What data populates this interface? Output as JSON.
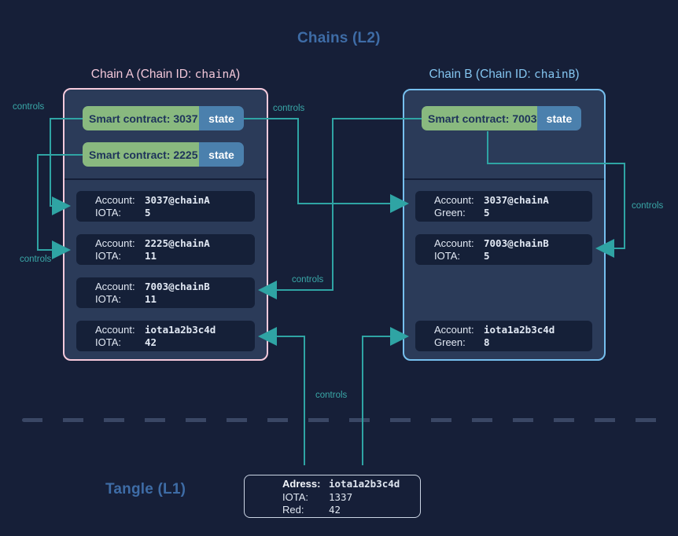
{
  "page": {
    "l2_title": "Chains (L2)",
    "l1_title": "Tangle (L1)",
    "controls": "controls"
  },
  "chain_a": {
    "title_prefix": "Chain A (Chain ID: ",
    "chain_id": "chainA",
    "title_suffix": ")",
    "contracts": [
      {
        "label": "Smart contract: 3037",
        "state": "state"
      },
      {
        "label": "Smart contract: 2225",
        "state": "state"
      }
    ],
    "accounts": [
      {
        "account_label": "Account:",
        "account": "3037@chainA",
        "asset_label": "IOTA:",
        "amount": "5"
      },
      {
        "account_label": "Account:",
        "account": "2225@chainA",
        "asset_label": "IOTA:",
        "amount": "11"
      },
      {
        "account_label": "Account:",
        "account": "7003@chainB",
        "asset_label": "IOTA:",
        "amount": "11"
      },
      {
        "account_label": "Account:",
        "account": "iota1a2b3c4d",
        "asset_label": "IOTA:",
        "amount": "42"
      }
    ]
  },
  "chain_b": {
    "title_prefix": "Chain B (Chain ID: ",
    "chain_id": "chainB",
    "title_suffix": ")",
    "contracts": [
      {
        "label": "Smart contract: 7003",
        "state": "state"
      }
    ],
    "accounts": [
      {
        "account_label": "Account:",
        "account": "3037@chainA",
        "asset_label": "Green:",
        "amount": "5"
      },
      {
        "account_label": "Account:",
        "account": "7003@chainB",
        "asset_label": "IOTA:",
        "amount": "5"
      },
      {
        "account_label": "Account:",
        "account": "iota1a2b3c4d",
        "asset_label": "Green:",
        "amount": "8"
      }
    ]
  },
  "l1_address_box": {
    "rows": [
      {
        "label": "Adress:",
        "value": "iota1a2b3c4d"
      },
      {
        "label": "IOTA:",
        "value": "1337"
      },
      {
        "label": "Red:",
        "value": "42"
      }
    ]
  },
  "colors": {
    "background": "#161F38",
    "chain_fill": "#2B3B59",
    "chain_a_border": "#F6CADC",
    "chain_a_title": "#F2C7D9",
    "chain_b_border": "#76BFEE",
    "chain_b_title": "#84C5F0",
    "contract_green": "#89B97F",
    "contract_text": "#1E335A",
    "state_blue": "#4B80AD",
    "account_fill": "#152038",
    "arrow_teal": "#2FA4A4",
    "layer_title_blue": "#3E6CA6",
    "dash_color": "#3A4765"
  }
}
